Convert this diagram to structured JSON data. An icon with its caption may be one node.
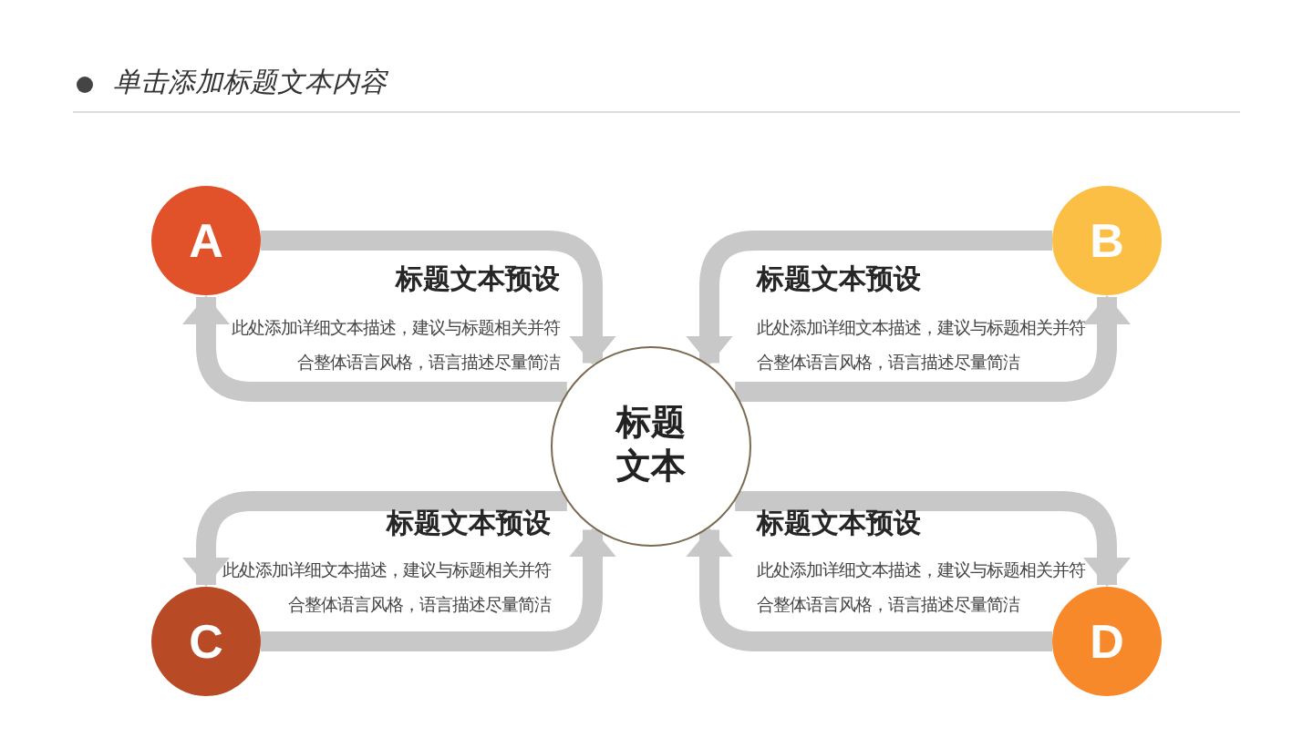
{
  "diagram": {
    "title": "单击添加标题文本内容",
    "nodes": [
      {
        "text": [
          "标题文本"
        ]
      },
      {
        "text": [
          "A"
        ]
      },
      {
        "text": [
          "B"
        ]
      },
      {
        "text": [
          "C"
        ]
      },
      {
        "text": [
          "D"
        ]
      }
    ],
    "edges": [
      {
        "from": 1,
        "to": 0,
        "arrow": "to"
      },
      {
        "from": 0,
        "to": 1,
        "arrow": "to"
      },
      {
        "from": 2,
        "to": 0,
        "arrow": "to"
      },
      {
        "from": 0,
        "to": 2,
        "arrow": "to"
      },
      {
        "from": 0,
        "to": 3,
        "arrow": "to"
      },
      {
        "from": 3,
        "to": 0,
        "arrow": "to"
      },
      {
        "from": 0,
        "to": 4,
        "arrow": "to"
      },
      {
        "from": 4,
        "to": 0,
        "arrow": "to"
      }
    ],
    "labels": [
      "标题文本预设",
      "此处添加详细文本描述，建议与标题相关并符合整体语言风格，语言描述尽量简洁",
      "标题文本预设",
      "此处添加详细文本描述，建议与标题相关并符合整体语言风格，语言描述尽量简洁",
      "标题文本预设",
      "此处添加详细文本描述，建议与标题相关并符合整体语言风格，语言描述尽量简洁",
      "标题文本预设",
      "此处添加详细文本描述，建议与标题相关并符合整体语言风格，语言描述尽量简洁"
    ]
  }
}
